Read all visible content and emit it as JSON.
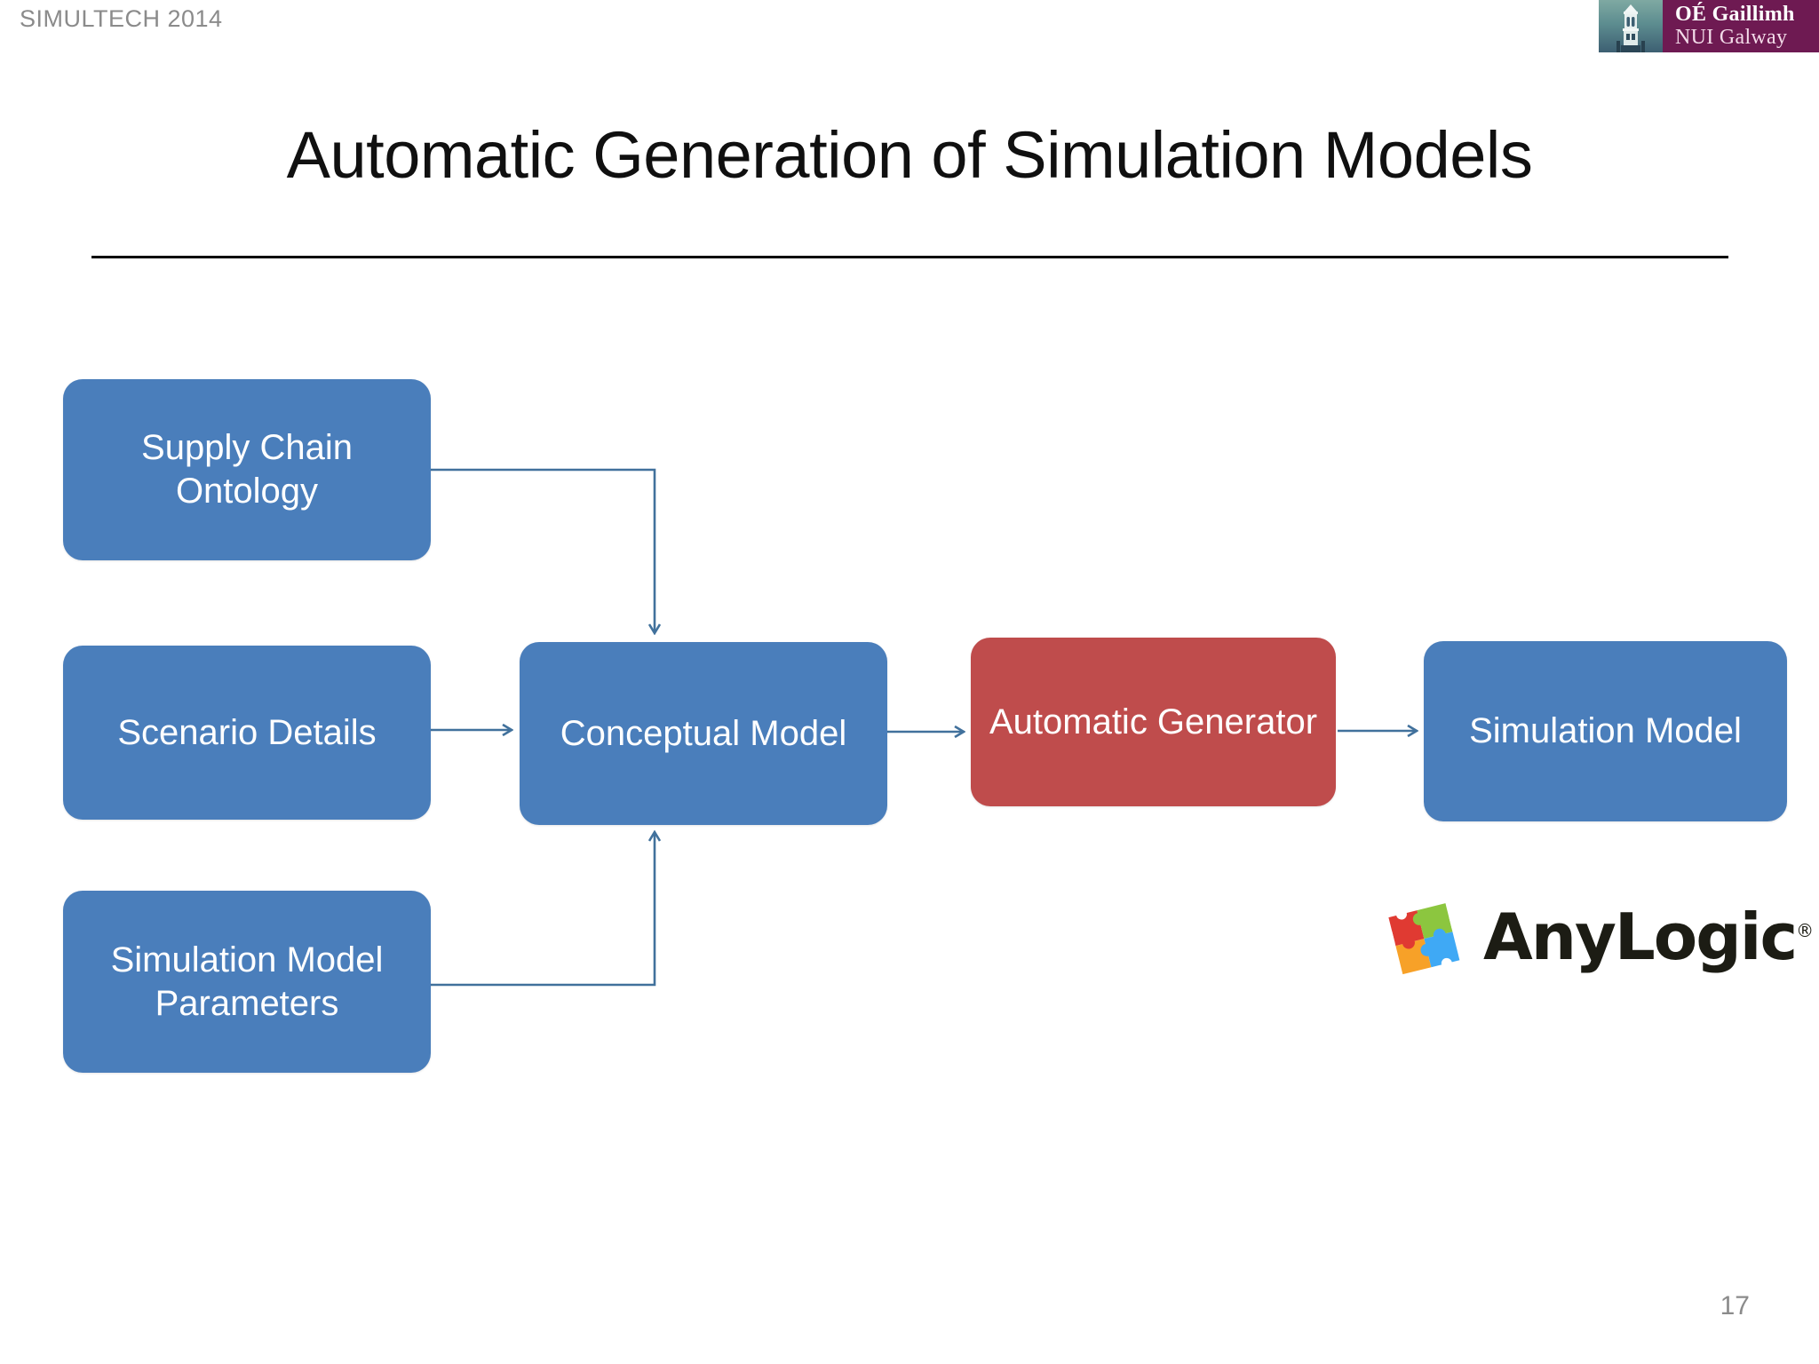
{
  "header": {
    "conference_label": "SIMULTECH 2014",
    "logo": {
      "line1": "OÉ Gaillimh",
      "line2": "NUI Galway",
      "crest_icon": "university-tower-icon",
      "brand_color": "#6e1a52"
    }
  },
  "slide": {
    "title": "Automatic Generation of Simulation Models",
    "page_number": "17"
  },
  "diagram": {
    "type": "flow-diagram",
    "colors": {
      "blue": "#4a7ebb",
      "red": "#bf4c4c",
      "connector": "#41719c"
    },
    "nodes": [
      {
        "id": "ontology",
        "label": "Supply Chain Ontology",
        "color": "#4a7ebb"
      },
      {
        "id": "scenario",
        "label": "Scenario Details",
        "color": "#4a7ebb"
      },
      {
        "id": "params",
        "label": "Simulation Model Parameters",
        "color": "#4a7ebb"
      },
      {
        "id": "conceptual",
        "label": "Conceptual Model",
        "color": "#4a7ebb"
      },
      {
        "id": "generator",
        "label": "Automatic Generator",
        "color": "#bf4c4c"
      },
      {
        "id": "simmodel",
        "label": "Simulation Model",
        "color": "#4a7ebb"
      }
    ],
    "edges": [
      {
        "from": "ontology",
        "to": "conceptual",
        "style": "elbow-down"
      },
      {
        "from": "scenario",
        "to": "conceptual",
        "style": "straight-right"
      },
      {
        "from": "params",
        "to": "conceptual",
        "style": "elbow-up"
      },
      {
        "from": "conceptual",
        "to": "generator",
        "style": "straight-right"
      },
      {
        "from": "generator",
        "to": "simmodel",
        "style": "straight-right"
      }
    ]
  },
  "anylogic": {
    "wordmark": "AnyLogic",
    "registered_mark": "®",
    "icon": "anylogic-puzzle-icon"
  }
}
